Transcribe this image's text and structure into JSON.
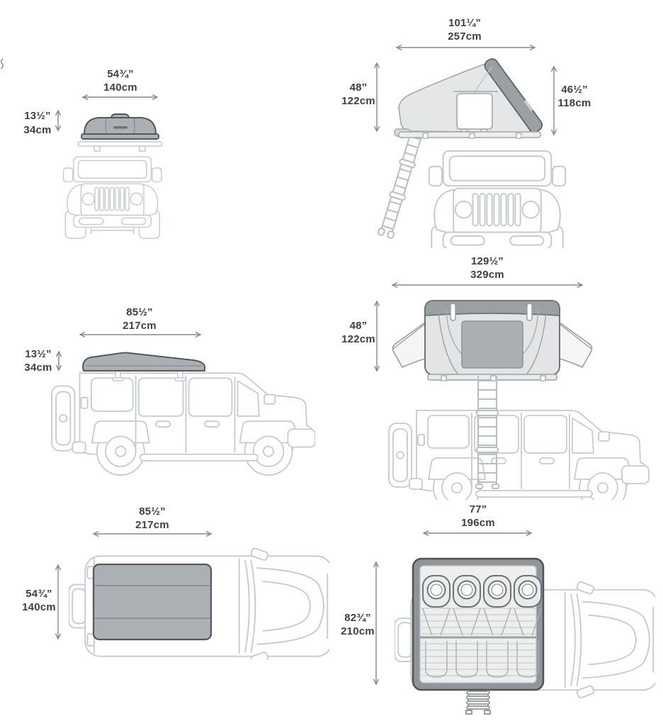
{
  "page": {
    "background": "#ffffff",
    "colors": {
      "label_text": "#3c4145",
      "dimension_arrows": "#85898d",
      "vehicle_outline": "#c6cbce",
      "tent_closed_fill": "#aab0b3",
      "tent_shell_fill": "#9aa0a4",
      "tent_fabric_fill": "#e4e6e7"
    }
  },
  "views": {
    "front_tent_closed": {
      "width": {
        "inches": "54¾”",
        "cm": "140cm"
      },
      "tent_height": {
        "inches": "13½”",
        "cm": "34cm"
      }
    },
    "front_tent_open": {
      "width": {
        "inches": "101¼”",
        "cm": "257cm"
      },
      "height_left": {
        "inches": "48”",
        "cm": "122cm"
      },
      "height_right": {
        "inches": "46½”",
        "cm": "118cm"
      }
    },
    "side_tent_closed": {
      "length": {
        "inches": "85½”",
        "cm": "217cm"
      },
      "tent_height": {
        "inches": "13½”",
        "cm": "34cm"
      }
    },
    "side_tent_open": {
      "length": {
        "inches": "129½”",
        "cm": "329cm"
      },
      "tent_height": {
        "inches": "48”",
        "cm": "122cm"
      }
    },
    "top_tent_closed": {
      "length": {
        "inches": "85½”",
        "cm": "217cm"
      },
      "width": {
        "inches": "54¾”",
        "cm": "140cm"
      }
    },
    "top_tent_open": {
      "length": {
        "inches": "77”",
        "cm": "196cm"
      },
      "width": {
        "inches": "82¾”",
        "cm": "210cm"
      }
    }
  }
}
